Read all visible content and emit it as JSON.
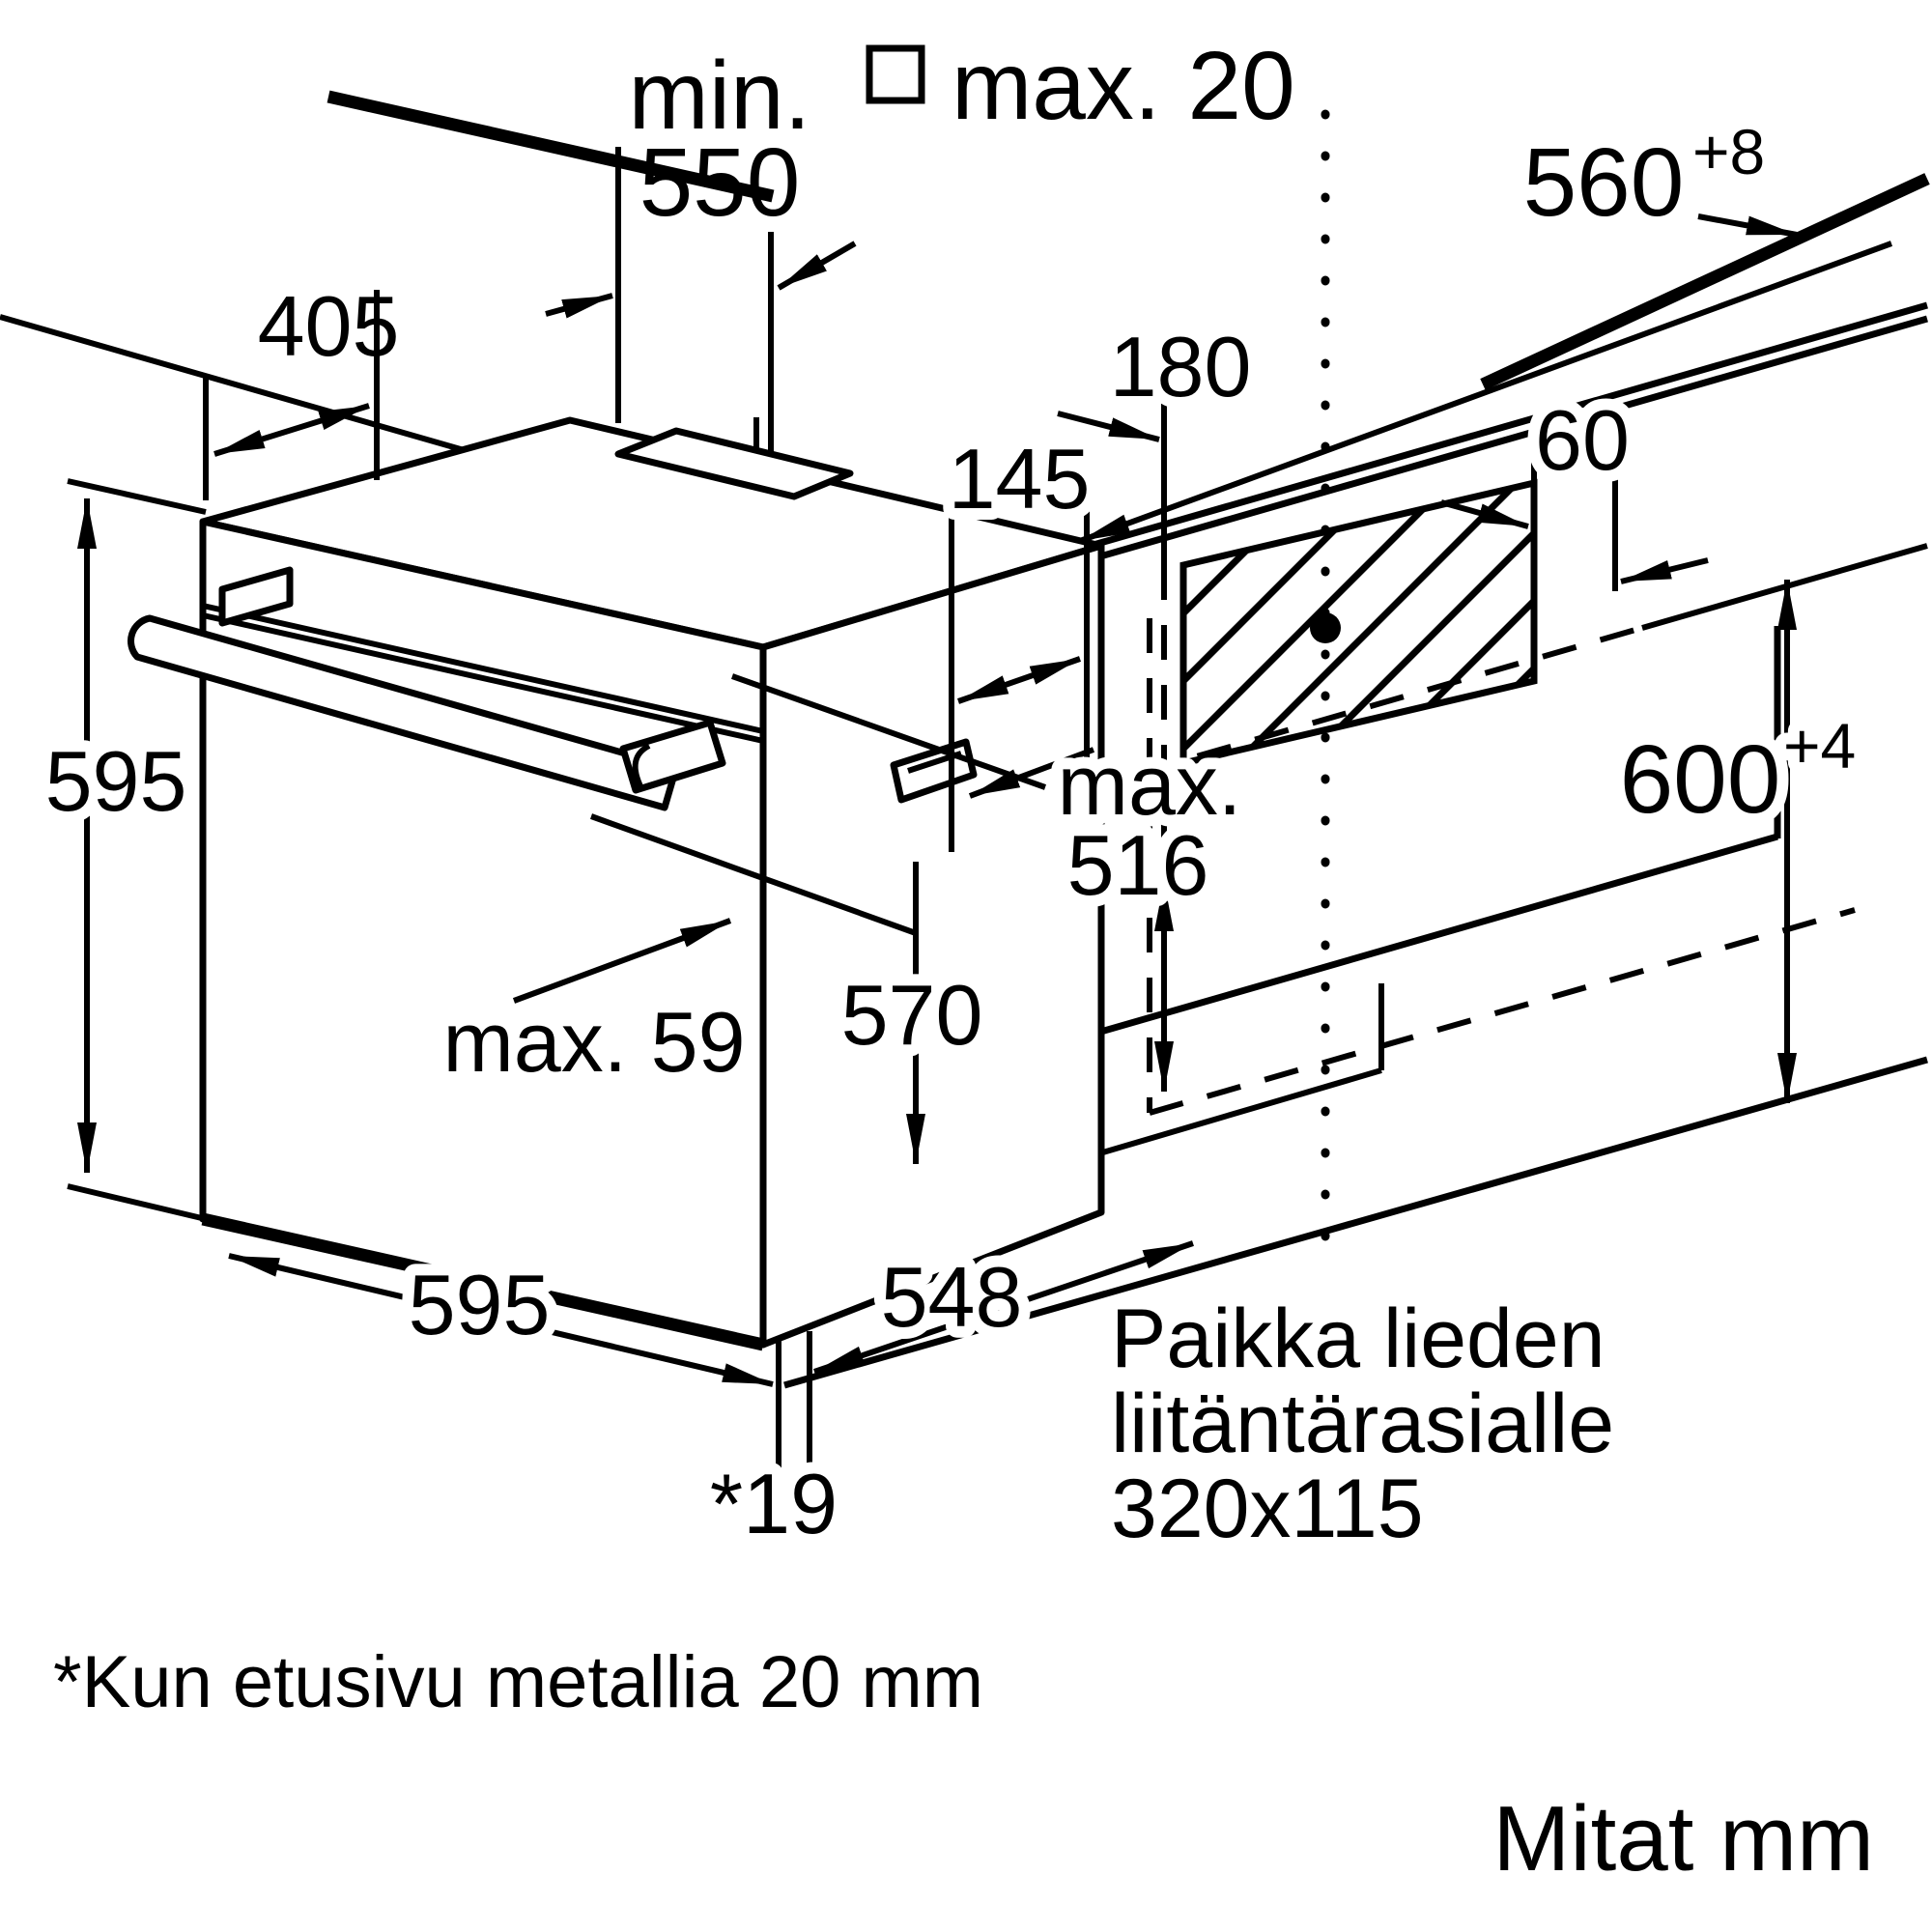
{
  "colors": {
    "ink": "#000000",
    "paper": "#ffffff"
  },
  "drawing": {
    "kind": "built-in-oven-installation-diagram",
    "labels": {
      "min_depth_prefix": "min.",
      "min_depth_value": "550",
      "frame_max": "max. 20",
      "niche_width": "560",
      "niche_width_tol": "+8",
      "top_depth": "405",
      "front_height": "595",
      "box_offset": "180",
      "recess": "145",
      "box_top_offset": "60",
      "inner_max_prefix": "max.",
      "inner_max_value": "516",
      "niche_height": "600",
      "niche_height_tol": "+4",
      "handle_max": "max. 59",
      "body_depth": "570",
      "front_width": "595",
      "body_width": "548",
      "front_step": "*19",
      "note_line1": "Paikka lieden",
      "note_line2": "liitäntärasialle",
      "note_line3": "320x115",
      "footnote": "*Kun etusivu metallia 20 mm",
      "units_note": "Mitat mm"
    }
  }
}
